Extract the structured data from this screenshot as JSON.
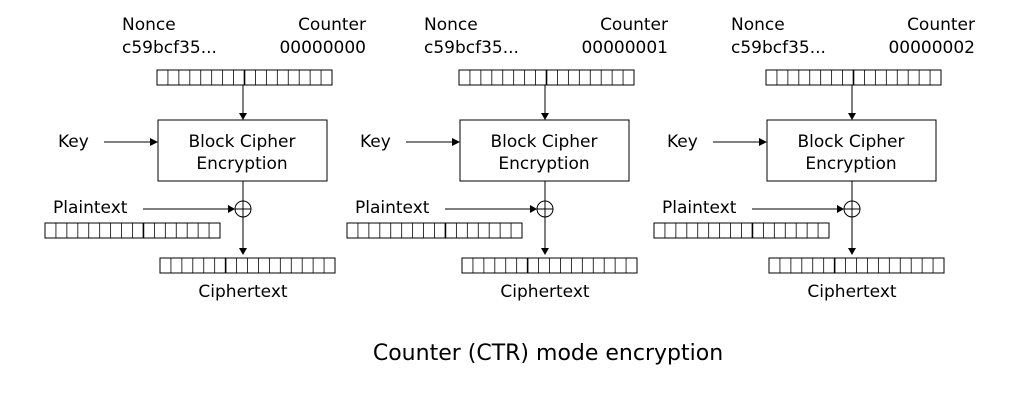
{
  "labels": {
    "nonce": "Nonce",
    "counter": "Counter",
    "key": "Key",
    "plaintext": "Plaintext",
    "cipher_line1": "Block Cipher",
    "cipher_line2": "Encryption",
    "ciphertext": "Ciphertext"
  },
  "stages": [
    {
      "nonce_value": "c59bcf35...",
      "counter_value": "00000000"
    },
    {
      "nonce_value": "c59bcf35...",
      "counter_value": "00000001"
    },
    {
      "nonce_value": "c59bcf35...",
      "counter_value": "00000002"
    }
  ],
  "caption": "Counter (CTR) mode encryption",
  "colors": {
    "stroke": "#000000",
    "background": "#ffffff"
  }
}
